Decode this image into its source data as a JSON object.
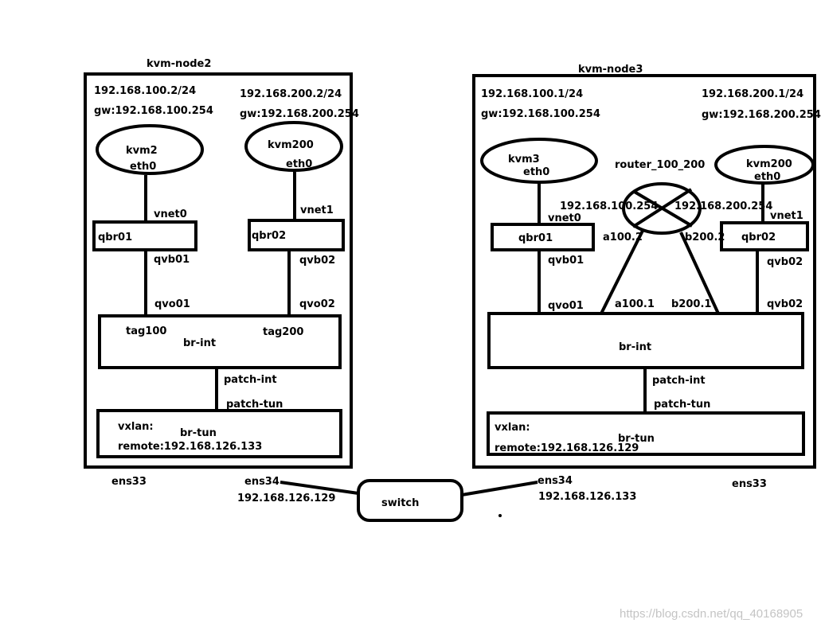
{
  "node2": {
    "title": "kvm-node2",
    "net1_ip": "192.168.100.2/24",
    "net1_gw": "gw:192.168.100.254",
    "net2_ip": "192.168.200.2/24",
    "net2_gw": "gw:192.168.200.254",
    "vm1_name": "kvm2",
    "vm1_eth": "eth0",
    "vm2_name": "kvm200",
    "vm2_eth": "eth0",
    "vnet0": "vnet0",
    "vnet1": "vnet1",
    "qbr01": "qbr01",
    "qbr02": "qbr02",
    "qvb01": "qvb01",
    "qvb02": "qvb02",
    "qvo01": "qvo01",
    "qvo02": "qvo02",
    "tag100": "tag100",
    "tag200": "tag200",
    "br_int": "br-int",
    "patch_int": "patch-int",
    "patch_tun": "patch-tun",
    "vxlan": "vxlan:",
    "br_tun": "br-tun",
    "remote": "remote:192.168.126.133",
    "ens33": "ens33",
    "ens34": "ens34",
    "ens34_ip": "192.168.126.129"
  },
  "node3": {
    "title": "kvm-node3",
    "net1_ip": "192.168.100.1/24",
    "net1_gw": "gw:192.168.100.254",
    "net2_ip": "192.168.200.1/24",
    "net2_gw": "gw:192.168.200.254",
    "vm1_name": "kvm3",
    "vm1_eth": "eth0",
    "vm2_name": "kvm200",
    "vm2_eth": "eth0",
    "router_name": "router_100_200",
    "router_ip1": "192.168.100.254",
    "router_ip2": "192.168.200.254",
    "a100_2": "a100.2",
    "b200_2": "b200.2",
    "a100_1": "a100.1",
    "b200_1": "b200.1",
    "vnet0": "vnet0",
    "vnet1": "vnet1",
    "qbr01": "qbr01",
    "qbr02": "qbr02",
    "qvb01": "qvb01",
    "qvb02": "qvb02",
    "qvo01": "qvo01",
    "qvo02": "qvb02",
    "br_int": "br-int",
    "patch_int": "patch-int",
    "patch_tun": "patch-tun",
    "vxlan": "vxlan:",
    "br_tun": "br-tun",
    "remote": "remote:192.168.126.129",
    "ens33": "ens33",
    "ens34": "ens34",
    "ens34_ip": "192.168.126.133"
  },
  "switch_label": "switch",
  "watermark": "https://blog.csdn.net/qq_40168905"
}
